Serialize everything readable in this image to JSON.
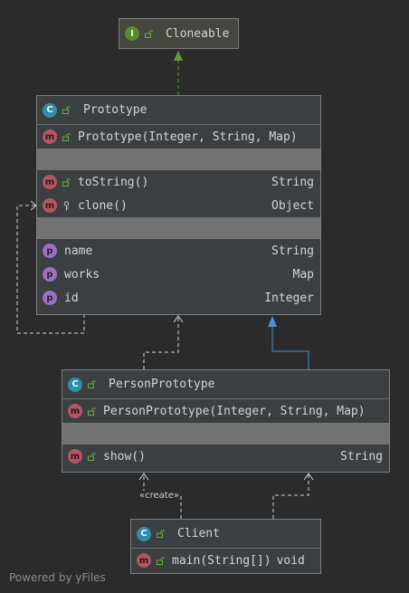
{
  "cloneable": {
    "name": "Cloneable",
    "kind": "I"
  },
  "prototype": {
    "name": "Prototype",
    "kind": "C",
    "constructors": [
      {
        "name": "Prototype(Integer, String, Map)",
        "kind": "m"
      }
    ],
    "methods": [
      {
        "name": "toString()",
        "type": "String",
        "kind": "m"
      },
      {
        "name": "clone()",
        "type": "Object",
        "kind": "m"
      }
    ],
    "fields": [
      {
        "name": "name",
        "type": "String",
        "kind": "p"
      },
      {
        "name": "works",
        "type": "Map",
        "kind": "p"
      },
      {
        "name": "id",
        "type": "Integer",
        "kind": "p"
      }
    ]
  },
  "personPrototype": {
    "name": "PersonPrototype",
    "kind": "C",
    "constructors": [
      {
        "name": "PersonPrototype(Integer, String, Map)",
        "kind": "m"
      }
    ],
    "methods": [
      {
        "name": "show()",
        "type": "String",
        "kind": "m"
      }
    ]
  },
  "client": {
    "name": "Client",
    "kind": "C",
    "methods": [
      {
        "name": "main(String[])",
        "type": "void",
        "kind": "m"
      }
    ]
  },
  "labels": {
    "create": "«create»"
  },
  "watermark": "Powered by yFiles",
  "colors": {
    "background": "#2b2b2b",
    "node": "#3c3f41",
    "realization": "#5a9e32",
    "inheritance": "#4f8fd6",
    "dependency": "#d4d4d4"
  }
}
